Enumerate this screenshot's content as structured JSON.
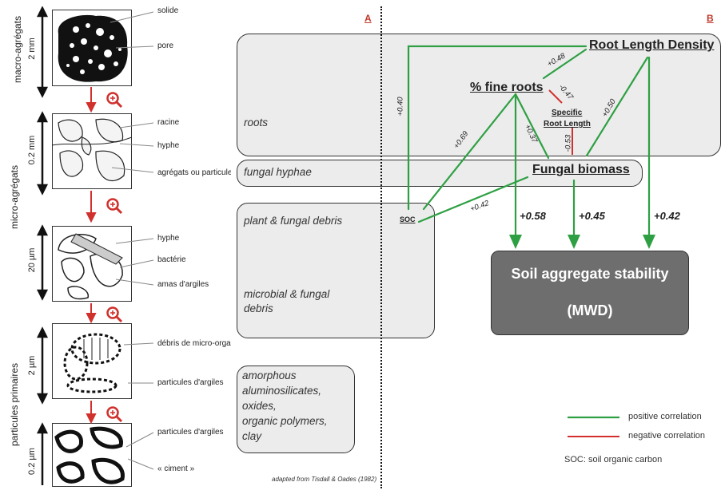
{
  "side_labels": {
    "macro": "macro-agrégats",
    "micro": "micro-agrégats",
    "primaires": "particules primaires"
  },
  "scales": [
    "2 mm",
    "0.2 mm",
    "20 µm",
    "2 µm",
    "0.2 µm"
  ],
  "micro_labels": {
    "solide": "solide",
    "pore": "pore",
    "racine": "racine",
    "hyphe1": "hyphe",
    "agregats": "agrégats ou particules",
    "hyphe2": "hyphe",
    "bacterie": "bactérie",
    "amas": "amas d'argiles",
    "debris": "débris de micro-organismes",
    "particules1": "particules d'argiles",
    "particules2": "particules d'argiles",
    "ciment": "« ciment »"
  },
  "panel_a": {
    "header": "A",
    "roots": "roots",
    "fungal_hyphae": "fungal hyphae",
    "debris1": "plant & fungal debris",
    "debris2a": "microbial & fungal",
    "debris2b": "debris",
    "amorph1": "amorphous",
    "amorph2": "aluminosilicates,",
    "amorph3": "oxides,",
    "amorph4": "organic polymers,",
    "amorph5": "clay",
    "credit": "adapted from Tisdall & Oades (1982)"
  },
  "panel_b": {
    "header": "B",
    "rld": "Root Length Density",
    "fine_roots": "% fine roots",
    "srl1": "Specific",
    "srl2": "Root Length",
    "fungal": "Fungal biomass",
    "soc": "SOC",
    "stability1": "Soil aggregate stability",
    "stability2": "(MWD)",
    "coef_040": "+0.40",
    "coef_048": "+0.48",
    "coef_047": "-0.47",
    "coef_069": "+0.69",
    "coef_037": "+0.37",
    "coef_053": "-0.53",
    "coef_050": "+0.50",
    "coef_042s": "+0.42",
    "coef_058": "+0.58",
    "coef_045": "+0.45",
    "coef_042b": "+0.42"
  },
  "legend": {
    "positive": "positive correlation",
    "negative": "negative correlation",
    "soc_note": "SOC: soil organic carbon"
  },
  "colors": {
    "positive": "#2ea043",
    "negative": "#d32f2f",
    "arrow_red": "#d0312d",
    "stability_box": "#6e6e6e"
  }
}
